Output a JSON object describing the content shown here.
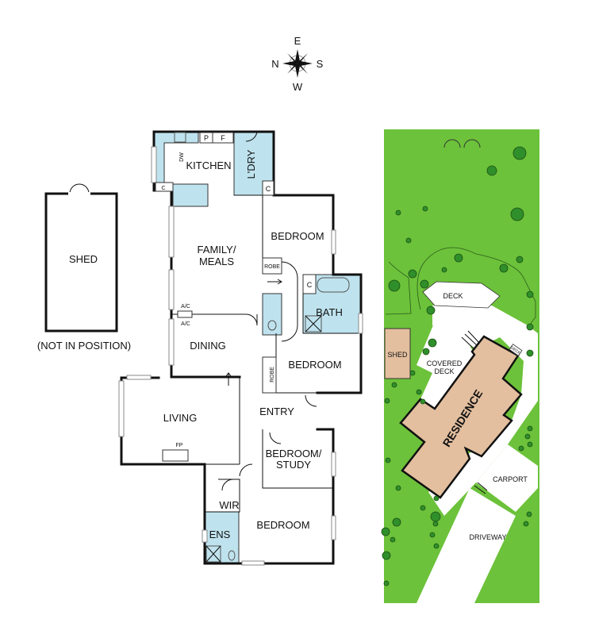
{
  "compass": {
    "north": "N",
    "east": "E",
    "south": "S",
    "west": "W"
  },
  "floor_plan": {
    "rooms": {
      "kitchen": "KITCHEN",
      "laundry": "L'DRY",
      "family_meals_1": "FAMILY/",
      "family_meals_2": "MEALS",
      "bedroom_1": "BEDROOM",
      "robe_1": "ROBE",
      "bath": "BATH",
      "dining": "DINING",
      "bedroom_2": "BEDROOM",
      "robe_2": "ROBE",
      "living": "LIVING",
      "entry": "ENTRY",
      "study_1": "BEDROOM/",
      "study_2": "STUDY",
      "wir": "WIR",
      "ens": "ENS",
      "bedroom_3": "BEDROOM"
    },
    "fixtures": {
      "pantry": "P",
      "fridge": "F",
      "dishwasher": "DW",
      "cupboard_kitchen": "C",
      "cupboard_laundry": "C",
      "cupboard_bath": "C",
      "ac_top": "A/C",
      "ac_bottom": "A/C",
      "fireplace": "FP"
    }
  },
  "shed_plan": {
    "label": "SHED",
    "note": "(NOT IN POSITION)"
  },
  "site_plan": {
    "deck": "DECK",
    "shed": "SHED",
    "covered_deck_1": "COVERED",
    "covered_deck_2": "DECK",
    "residence": "RESIDENCE",
    "small_deck": "DECK",
    "carport": "CARPORT",
    "driveway": "DRIVEWAY"
  },
  "colors": {
    "lawn": "#6cc23a",
    "residence": "#e3bf9f",
    "wet_area": "#bfe3ee",
    "wall": "#111111"
  }
}
